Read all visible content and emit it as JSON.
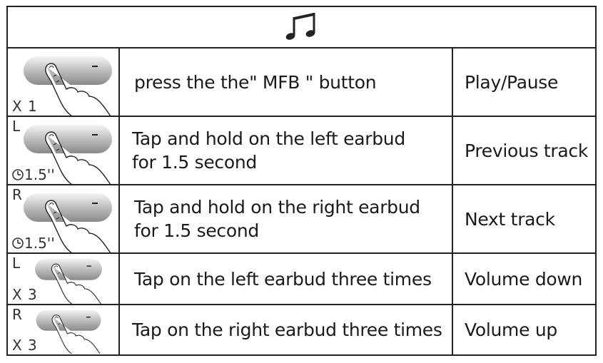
{
  "header": {
    "icon": "music-note-icon"
  },
  "rows": [
    {
      "side": "",
      "multiplier": "X 1",
      "duration": "",
      "action": "press the the\" MFB \" button",
      "result": "Play/Pause"
    },
    {
      "side": "L",
      "multiplier": "",
      "duration": "1.5''",
      "action": "Tap and hold on the left earbud for 1.5 second",
      "result": "Previous track"
    },
    {
      "side": "R",
      "multiplier": "",
      "duration": "1.5''",
      "action": "Tap and hold on the right earbud for 1.5 second",
      "result": "Next track"
    },
    {
      "side": "L",
      "multiplier": "X 3",
      "duration": "",
      "action": "Tap on the left earbud three times",
      "result": "Volume down"
    },
    {
      "side": "R",
      "multiplier": "X 3",
      "duration": "",
      "action": "Tap on the right earbud three times",
      "result": "Volume up"
    }
  ]
}
